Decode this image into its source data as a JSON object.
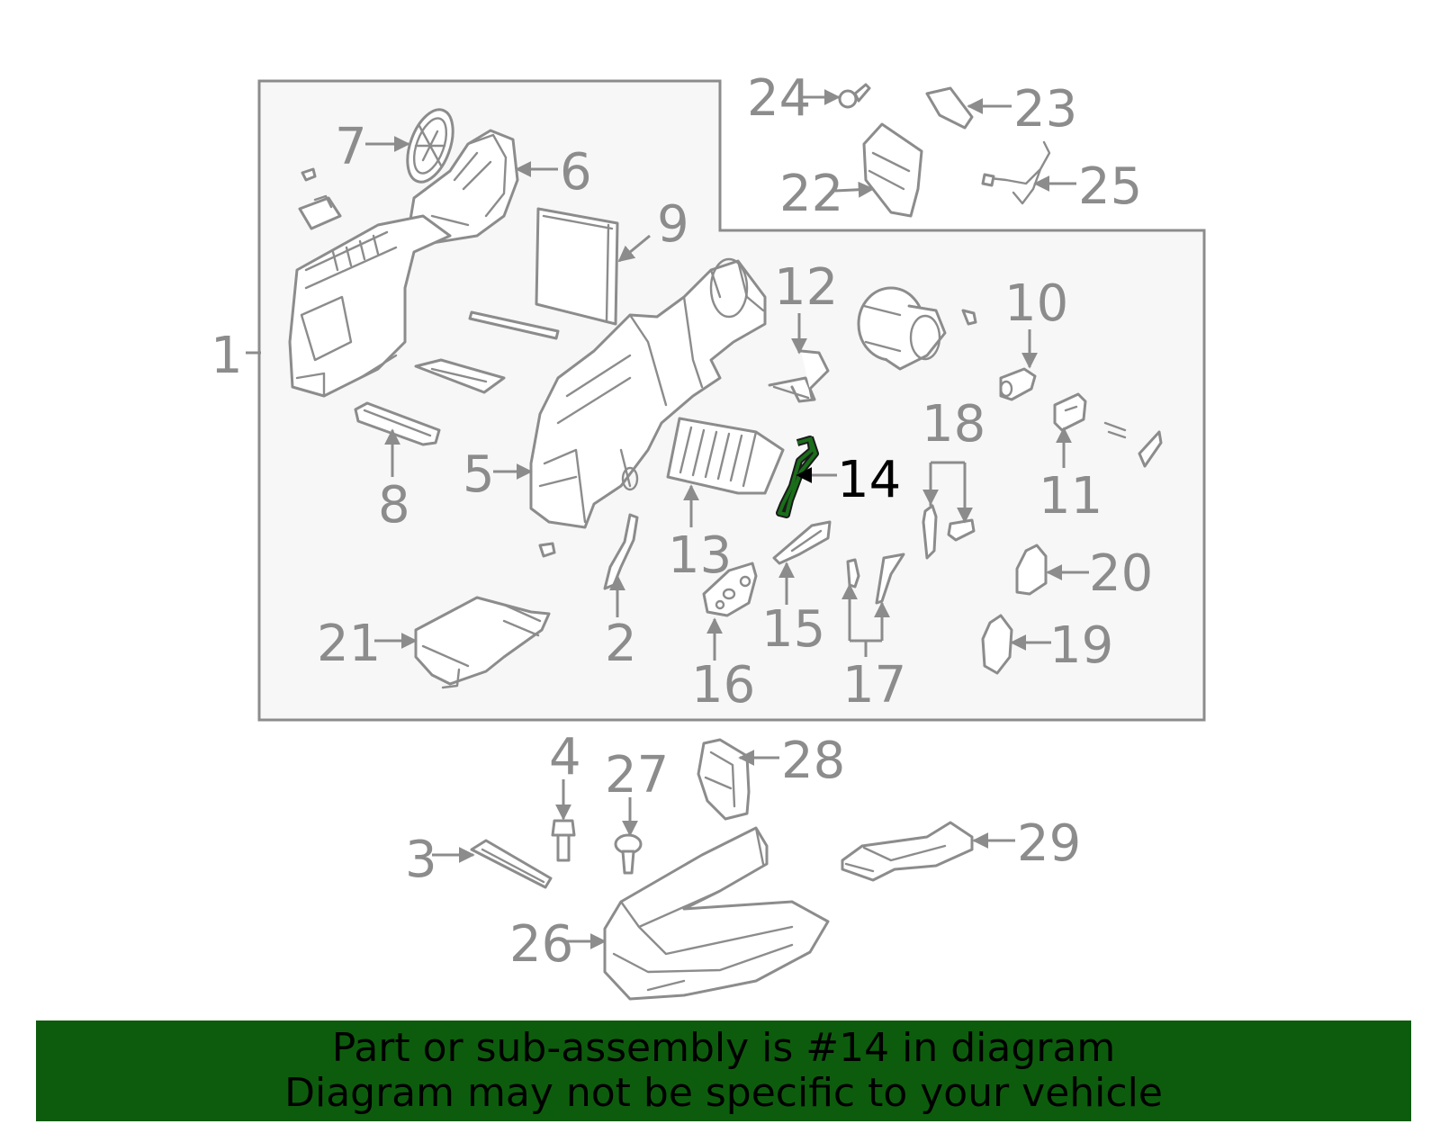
{
  "diagram": {
    "highlight_part": "14",
    "highlight_color": "#1a6e1a",
    "line_color": "#8c8c8c",
    "box_fill": "#f7f7f7",
    "labels": {
      "p1": "1",
      "p2": "2",
      "p3": "3",
      "p4": "4",
      "p5": "5",
      "p6": "6",
      "p7": "7",
      "p8": "8",
      "p9": "9",
      "p10": "10",
      "p11": "11",
      "p12": "12",
      "p13": "13",
      "p14": "14",
      "p15": "15",
      "p16": "16",
      "p17": "17",
      "p18": "18",
      "p19": "19",
      "p20": "20",
      "p21": "21",
      "p22": "22",
      "p23": "23",
      "p24": "24",
      "p25": "25",
      "p26": "26",
      "p27": "27",
      "p28": "28",
      "p29": "29"
    }
  },
  "banner": {
    "line1": "Part or sub-assembly is #14 in diagram",
    "line2": "Diagram may not be specific to your vehicle",
    "background": "#0d5c0d"
  }
}
